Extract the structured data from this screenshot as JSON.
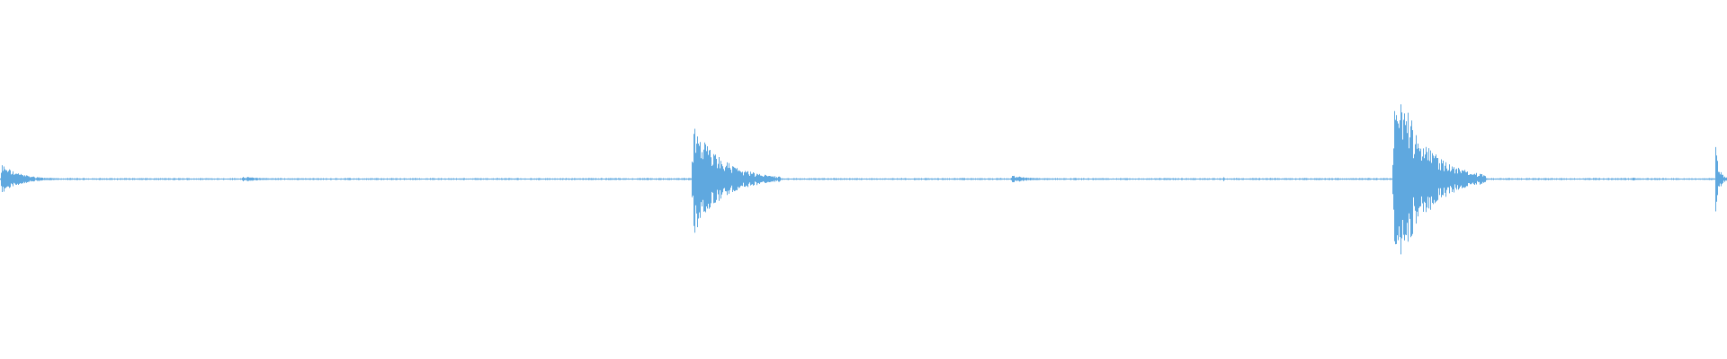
{
  "waveform": {
    "color": "#5fa8df",
    "background": "#ffffff",
    "bursts": [
      {
        "position": 0.0,
        "length": 0.034,
        "amplitude": 0.14
      },
      {
        "position": 0.139,
        "length": 0.04,
        "amplitude": 0.025
      },
      {
        "position": 0.4,
        "length": 0.052,
        "amplitude": 0.52
      },
      {
        "position": 0.585,
        "length": 0.035,
        "amplitude": 0.035
      },
      {
        "position": 0.708,
        "length": 0.002,
        "amplitude": 0.035
      },
      {
        "position": 0.806,
        "length": 0.054,
        "amplitude": 0.95
      },
      {
        "position": 0.945,
        "length": 0.008,
        "amplitude": 0.02
      },
      {
        "position": 0.993,
        "length": 0.007,
        "amplitude": 0.32
      }
    ],
    "baseline_amplitude": 0.006
  }
}
